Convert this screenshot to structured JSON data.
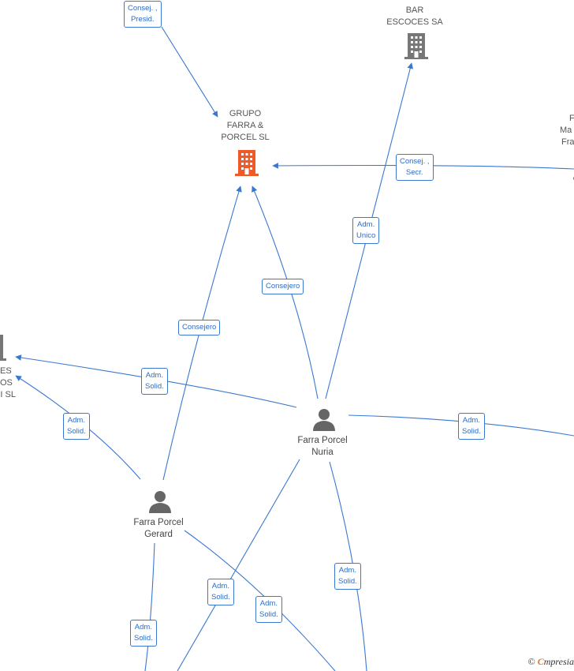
{
  "nodes": {
    "grupo": [
      "GRUPO",
      "FARRA &",
      "PORCEL  SL"
    ],
    "bar": [
      "BAR",
      "ESCOCES SA"
    ],
    "right_company": [
      "F",
      "Ma",
      "Fra"
    ],
    "left_company": [
      "ES",
      "OS",
      "I  SL"
    ],
    "nuria": [
      "Farra Porcel",
      "Nuria"
    ],
    "gerard": [
      "Farra Porcel",
      "Gerard"
    ]
  },
  "edges": {
    "consej_presid": [
      "Consej. ,",
      "Presid."
    ],
    "consej_secr": [
      "Consej. ,",
      "Secr."
    ],
    "adm_unico": [
      "Adm.",
      "Unico"
    ],
    "consejero_nuria": [
      "Consejero"
    ],
    "consejero_gerard": [
      "Consejero"
    ],
    "adm_solid_nuria_left": [
      "Adm.",
      "Solid."
    ],
    "adm_solid_gerard_left": [
      "Adm.",
      "Solid."
    ],
    "adm_solid_nuria_right": [
      "Adm.",
      "Solid."
    ],
    "adm_solid_nuria_down": [
      "Adm.",
      "Solid."
    ],
    "adm_solid_nuria_downleft": [
      "Adm.",
      "Solid."
    ],
    "adm_solid_gerard_down": [
      "Adm.",
      "Solid."
    ],
    "adm_solid_gerard_downright": [
      "Adm.",
      "Solid."
    ]
  },
  "colors": {
    "edge": "#3a78d0",
    "main_company": "#f05a28",
    "company": "#777777",
    "person": "#666666"
  },
  "icons": {
    "company": "building-icon",
    "person": "person-icon"
  },
  "watermark": {
    "copyright": "©",
    "brand": "mpresia",
    "brand_initial": "C"
  }
}
